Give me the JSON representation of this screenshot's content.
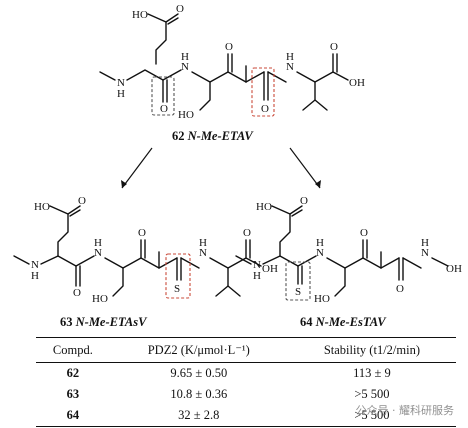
{
  "structures": {
    "top": {
      "number": "62",
      "name": "N-Me-ETAV"
    },
    "left": {
      "number": "63",
      "name": "N-Me-ETAsV"
    },
    "right": {
      "number": "64",
      "name": "N-Me-EsTAV"
    }
  },
  "atom_labels": {
    "acid": "HO",
    "amine": "N",
    "amide_h": "H",
    "hydroxyl": "HO",
    "terminal_acid": "OH",
    "carbonyl_o": "O",
    "thio_s": "S"
  },
  "table": {
    "headers": [
      "Compd.",
      "PDZ2 (K/μmol·L⁻¹)",
      "Stability (t1/2/min)"
    ],
    "rows": [
      {
        "id": "62",
        "pdz2": "9.65 ± 0.50",
        "stability": "113 ± 9"
      },
      {
        "id": "63",
        "pdz2": "10.8 ± 0.36",
        "stability": ">5 500"
      },
      {
        "id": "64",
        "pdz2": "32 ± 2.8",
        "stability": ">5 500"
      }
    ]
  },
  "watermark": "公众号 · 耀科研服务",
  "colors": {
    "highlight": "#c94a3a",
    "ink": "#111111"
  }
}
